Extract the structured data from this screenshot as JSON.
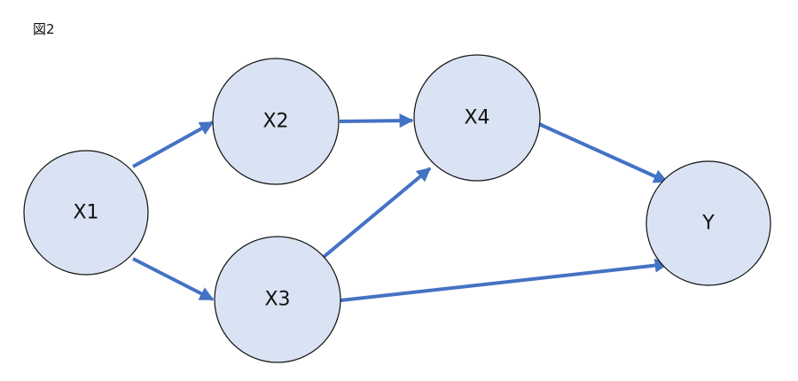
{
  "figure_label": "図2",
  "colors": {
    "node_fill": "#dae3f3",
    "node_stroke": "#111111",
    "edge": "#4472c4"
  },
  "nodes": [
    {
      "id": "X1",
      "label": "X1"
    },
    {
      "id": "X2",
      "label": "X2"
    },
    {
      "id": "X3",
      "label": "X3"
    },
    {
      "id": "X4",
      "label": "X4"
    },
    {
      "id": "Y",
      "label": "Y"
    }
  ],
  "edges": [
    {
      "from": "X1",
      "to": "X2"
    },
    {
      "from": "X1",
      "to": "X3"
    },
    {
      "from": "X2",
      "to": "X4"
    },
    {
      "from": "X3",
      "to": "X4"
    },
    {
      "from": "X4",
      "to": "Y"
    },
    {
      "from": "X3",
      "to": "Y"
    }
  ]
}
